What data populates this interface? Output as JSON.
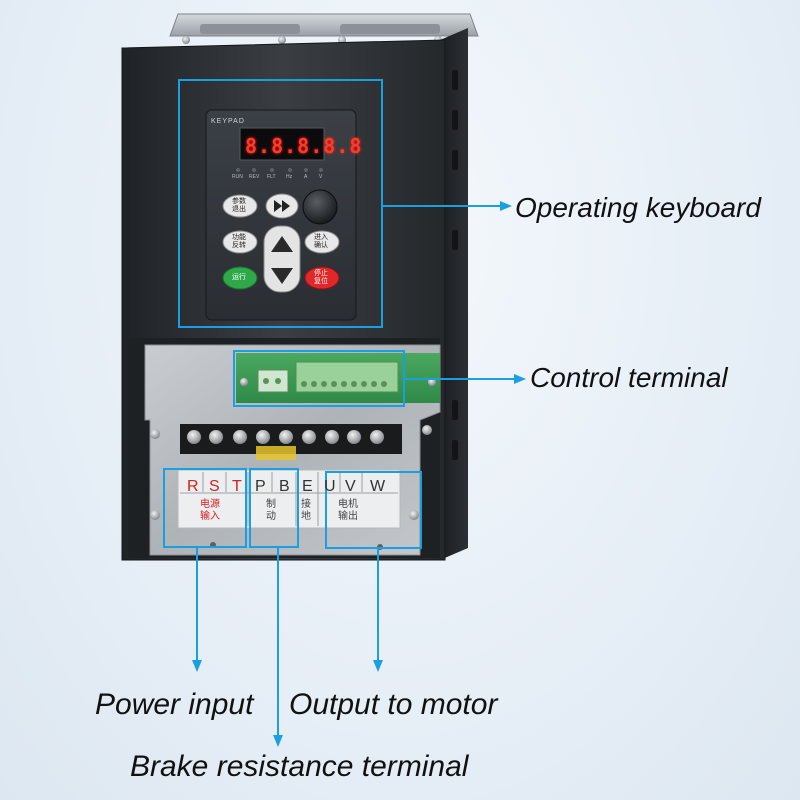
{
  "callouts": {
    "operating_keyboard": "Operating keyboard",
    "control_terminal": "Control terminal",
    "power_input": "Power input",
    "output_to_motor": "Output to motor",
    "brake_resistance_terminal": "Brake resistance terminal"
  },
  "keypad": {
    "brand": "KEYPAD",
    "display": "8.8.8.8.8",
    "leds": [
      "RUN",
      "REV",
      "FLT",
      "Hz",
      "A",
      "V"
    ],
    "buttons": {
      "param_exit": [
        "参数",
        "退出"
      ],
      "func_reverse": [
        "功能",
        "反转"
      ],
      "enter_confirm": [
        "进入",
        "确认"
      ],
      "run": "运行",
      "stop_reset": [
        "停止",
        "复位"
      ]
    }
  },
  "terminals": {
    "power": {
      "letters": [
        "R",
        "S",
        "T"
      ],
      "label": [
        "电源",
        "输入"
      ]
    },
    "brake": {
      "letters": [
        "P",
        "B"
      ],
      "label": [
        "制",
        "动"
      ]
    },
    "ground": {
      "letters": [
        "E"
      ],
      "label": [
        "接",
        "地"
      ]
    },
    "motor": {
      "letters": [
        "U",
        "V",
        "W"
      ],
      "label": [
        "电机",
        "输出"
      ]
    }
  },
  "colors": {
    "callout_line": "#1aa0e0",
    "housing": "#2e3236",
    "led_display": "#ff3a2a",
    "run_button": "#2fa84a",
    "stop_button": "#e02828"
  }
}
